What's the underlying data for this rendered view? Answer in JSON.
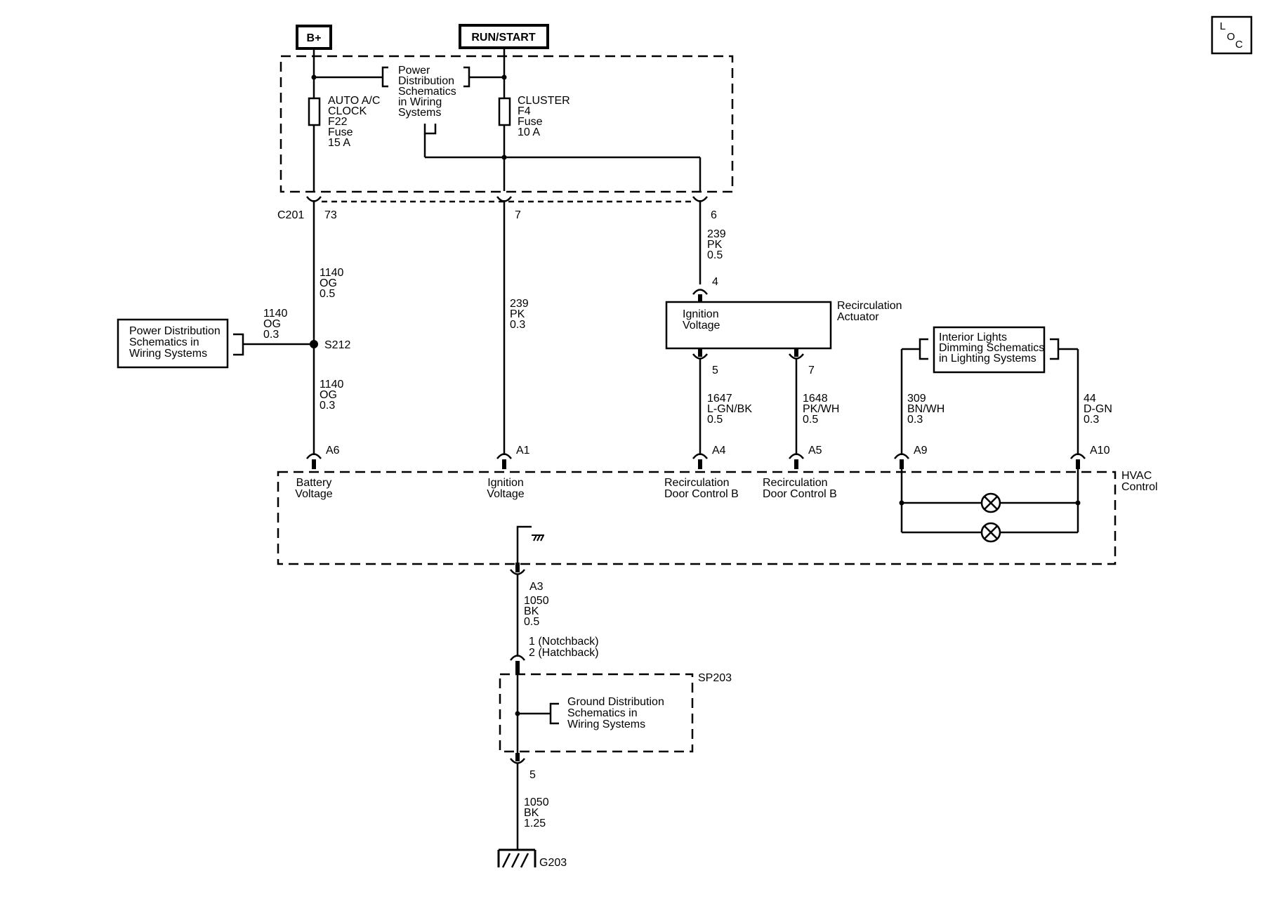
{
  "supplies": {
    "bplus": "B+",
    "run_start": "RUN/START"
  },
  "location_symbol": [
    "L",
    "O",
    "C"
  ],
  "fuse_block": {
    "power_ref": [
      "Power",
      "Distribution",
      "Schematics",
      "in Wiring",
      "Systems"
    ],
    "fuse_f22": [
      "AUTO A/C",
      "CLOCK",
      "F22",
      "Fuse",
      "15 A"
    ],
    "fuse_f4": [
      "CLUSTER",
      "F4",
      "Fuse",
      "10 A"
    ]
  },
  "connector_c201": {
    "name": "C201",
    "pins": [
      "73",
      "7",
      "6"
    ]
  },
  "wires": {
    "w1140_05": [
      "1140",
      "OG",
      "0.5"
    ],
    "w1140_03_side": [
      "1140",
      "OG",
      "0.3"
    ],
    "w1140_03_low": [
      "1140",
      "OG",
      "0.3"
    ],
    "w239_03": [
      "239",
      "PK",
      "0.3"
    ],
    "w239_05": [
      "239",
      "PK",
      "0.5"
    ],
    "w1647": [
      "1647",
      "L-GN/BK",
      "0.5"
    ],
    "w1648": [
      "1648",
      "PK/WH",
      "0.5"
    ],
    "w309": [
      "309",
      "BN/WH",
      "0.3"
    ],
    "w44": [
      "44",
      "D-GN",
      "0.3"
    ],
    "w1050_05": [
      "1050",
      "BK",
      "0.5"
    ],
    "w1050_125": [
      "1050",
      "BK",
      "1.25"
    ]
  },
  "splice_s212": "S212",
  "power_ref_left": [
    "Power Distribution",
    "Schematics in",
    "Wiring Systems"
  ],
  "actuator": {
    "pins": [
      "4",
      "5",
      "7"
    ],
    "inner": [
      "Ignition",
      "Voltage"
    ],
    "name": [
      "Recirculation",
      "Actuator"
    ]
  },
  "lighting_ref": [
    "Interior Lights",
    "Dimming Schematics",
    "in Lighting Systems"
  ],
  "hvac": {
    "pins": [
      "A6",
      "A1",
      "A4",
      "A5",
      "A9",
      "A10",
      "A3"
    ],
    "label": [
      "HVAC",
      "Control"
    ],
    "circuits": {
      "battery": [
        "Battery",
        "Voltage"
      ],
      "ignition": [
        "Ignition",
        "Voltage"
      ],
      "recirc_a4": [
        "Recirculation",
        "Door Control B"
      ],
      "recirc_a5": [
        "Recirculation",
        "Door Control B"
      ]
    }
  },
  "ground": {
    "inline_pin": [
      "1 (Notchback)",
      "2 (Hatchback)"
    ],
    "splice_pack": "SP203",
    "ground_ref": [
      "Ground Distribution",
      "Schematics in",
      "Wiring Systems"
    ],
    "pin_out": "5",
    "ground_point": "G203"
  }
}
